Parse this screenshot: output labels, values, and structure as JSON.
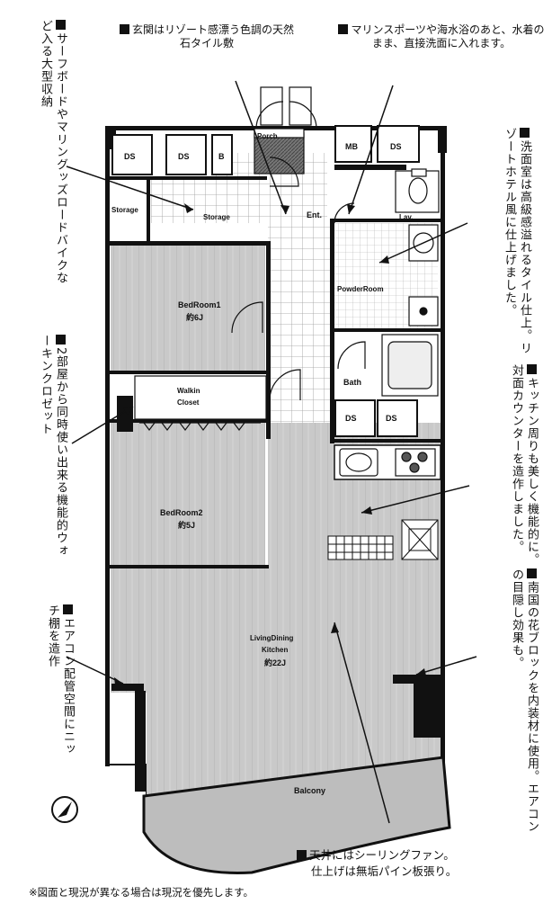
{
  "notes": {
    "entrance": "玄関はリゾート感漂う色調の天然石タイル敷",
    "marine": "マリンスポーツや海水浴のあと、水着のまま、直接洗面に入れます。",
    "surf": "サーフボードやマリングッズロードバイクなど入る大型収納",
    "powder": "洗面室は高級感溢れるタイル仕上。リゾートホテル風に仕上げました。",
    "walkin": "2部屋から同時使い出来る機能的ウォーキンクロゼット",
    "kitchen": "キッチン周りも美しく機能的に。対面カウンターを造作しました。",
    "flower": "南国の花ブロックを内装材に使用。エアコンの目隠し効果も。",
    "aircon": "エアコン配管空間にニッチ棚を造作",
    "ceiling_1": "天井にはシーリングファン。",
    "ceiling_2": "仕上げは無垢パイン板張り。"
  },
  "footnote": "※図面と現況が異なる場合は現況を優先します。",
  "rooms": {
    "ds": "DS",
    "b": "B",
    "mb": "MB",
    "porch": "Porch",
    "storage": "Storage",
    "ent": "Ent.",
    "lav": "Lav.",
    "powder": "PowderRoom",
    "bed1": "BedRoom1",
    "bed1_size": "約6J",
    "bath": "Bath",
    "walkin_1": "Walkin",
    "walkin_2": "Closet",
    "bed2": "BedRoom2",
    "bed2_size": "約5J",
    "ldk_1": "LivingDining",
    "ldk_2": "Kitchen",
    "ldk_size": "約22J",
    "balcony": "Balcony"
  },
  "colors": {
    "wall": "#111111",
    "floor_wood": "#c8c8c8",
    "grid": "#888888",
    "fixture": "#ffffff"
  }
}
